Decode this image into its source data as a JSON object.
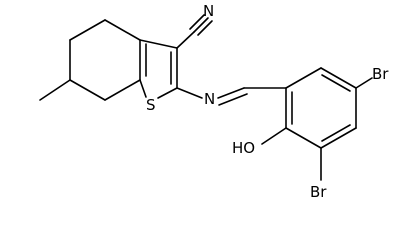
{
  "molecule": {
    "atom_labels": {
      "nitrile_n": "N",
      "imine_n": "N",
      "sulfur": "S",
      "hydroxyl": "HO",
      "bromine_upper": "Br",
      "bromine_lower": "Br"
    },
    "colors": {
      "bond": "#000000",
      "label": "#000000",
      "background": "#ffffff"
    }
  }
}
